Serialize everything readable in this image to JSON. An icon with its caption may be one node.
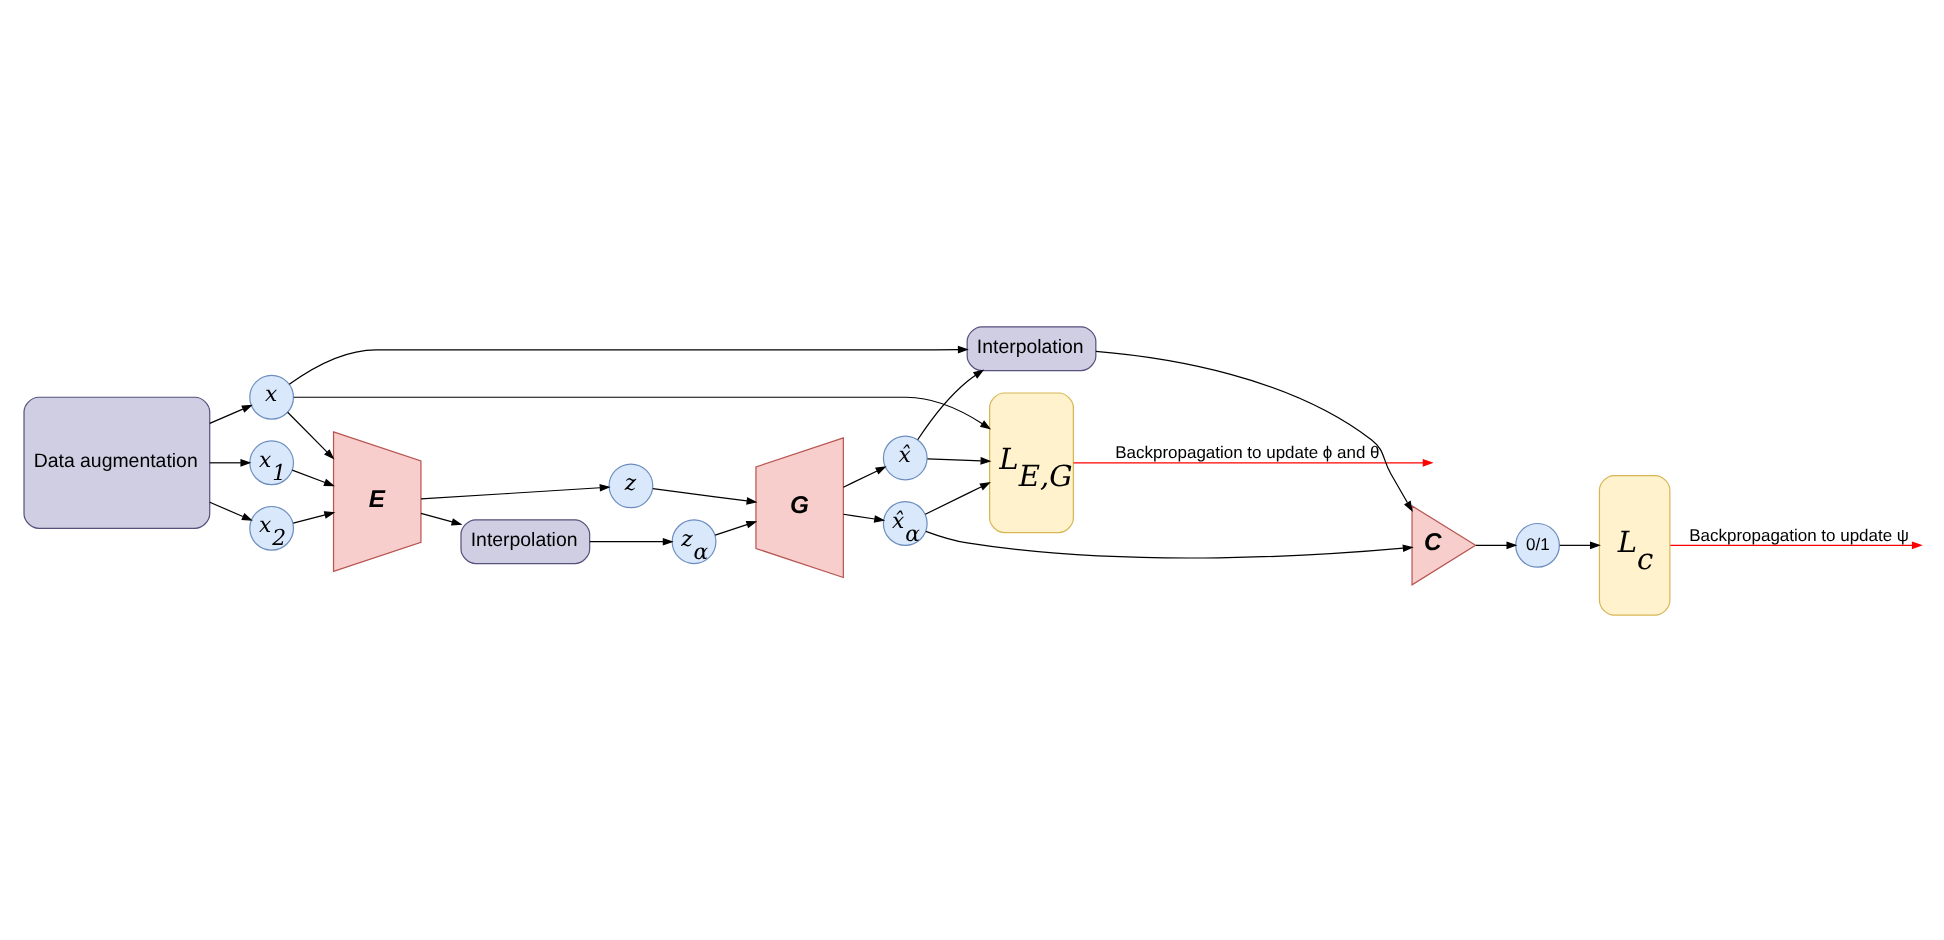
{
  "diagram": {
    "nodes": [
      {
        "text": [
          "Data augmentation"
        ]
      },
      {
        "text": [
          "x$_{1}$"
        ]
      },
      {
        "text": [
          "x$_{2}$"
        ]
      },
      {
        "text": [
          "x"
        ]
      },
      {
        "text": [
          "E"
        ]
      },
      {
        "text": [
          "Interpolation"
        ]
      },
      {
        "text": [
          "z$_{α}$"
        ]
      },
      {
        "text": [
          "z"
        ]
      },
      {
        "text": [
          "G"
        ]
      },
      {
        "text": [
          "x̂$_{α}$"
        ]
      },
      {
        "text": [
          "x̂"
        ]
      },
      {
        "text": [
          "L$_{E,G}$"
        ]
      },
      {
        "text": [
          "Interpolation"
        ]
      },
      {
        "text": [
          "C"
        ]
      },
      {
        "text": [
          "0/1"
        ]
      },
      {
        "text": [
          "L$_{c}$"
        ]
      }
    ],
    "edges": [
      {
        "from": 0,
        "to": 1,
        "arrow": "to"
      },
      {
        "from": 0,
        "to": 2,
        "arrow": "to"
      },
      {
        "from": 0,
        "to": 3,
        "arrow": "to"
      },
      {
        "from": 1,
        "to": 4,
        "arrow": "to"
      },
      {
        "from": 2,
        "to": 4,
        "arrow": "to"
      },
      {
        "from": 3,
        "to": 4,
        "arrow": "to"
      },
      {
        "from": 4,
        "to": 5,
        "arrow": "to"
      },
      {
        "from": 5,
        "to": 6,
        "arrow": "to"
      },
      {
        "from": 4,
        "to": 7,
        "arrow": "to"
      },
      {
        "from": 6,
        "to": 8,
        "arrow": "to"
      },
      {
        "from": 7,
        "to": 8,
        "arrow": "to"
      },
      {
        "from": 8,
        "to": 9,
        "arrow": "to"
      },
      {
        "from": 8,
        "to": 10,
        "arrow": "to"
      },
      {
        "from": 9,
        "to": 11,
        "arrow": "to"
      },
      {
        "from": 10,
        "to": 11,
        "arrow": "to"
      },
      {
        "from": 3,
        "to": 11,
        "arrow": "to"
      },
      {
        "from": 3,
        "to": 12,
        "arrow": "to"
      },
      {
        "from": 10,
        "to": 12,
        "arrow": "to"
      },
      {
        "from": 9,
        "to": 13,
        "arrow": "to"
      },
      {
        "from": 12,
        "to": 13,
        "arrow": "to"
      },
      {
        "from": 13,
        "to": 14,
        "arrow": "to"
      },
      {
        "from": 14,
        "to": 15,
        "arrow": "to"
      },
      {
        "from": 11,
        "to": null,
        "arrow": "to",
        "label": "Backpropagation to update ϕ and θ",
        "color": "#ff0000"
      },
      {
        "from": 15,
        "to": null,
        "arrow": "to",
        "label": "Backpropagation to update ψ",
        "color": "#ff0000"
      }
    ]
  }
}
